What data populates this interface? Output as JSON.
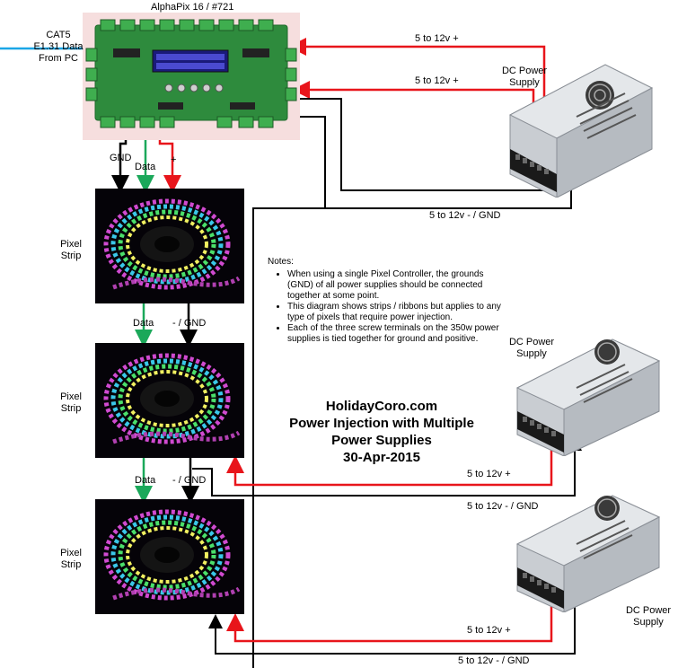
{
  "controller": {
    "title": "AlphaPix 16 / #721"
  },
  "cat5": {
    "line1": "CAT5",
    "line2": "E1.31 Data",
    "line3": "From PC"
  },
  "wires": {
    "plus_top_1": "5 to 12v +",
    "plus_top_2": "5 to 12v +",
    "gnd_top": "5 to 12v - / GND",
    "plus_mid": "5 to 12v +",
    "gnd_mid": "5 to 12v - / GND",
    "plus_bot": "5 to 12v +",
    "gnd_bot": "5 to 12v - / GND"
  },
  "controller_out": {
    "gnd": "GND",
    "data": "Data",
    "plus": "+"
  },
  "strip1_out": {
    "data": "Data",
    "gnd": "- / GND"
  },
  "strip2_out": {
    "data": "Data",
    "gnd": "- / GND"
  },
  "psus": [
    {
      "label_line1": "DC Power",
      "label_line2": "Supply"
    },
    {
      "label_line1": "DC Power",
      "label_line2": "Supply"
    },
    {
      "label_line1": "DC Power",
      "label_line2": "Supply"
    }
  ],
  "strips": [
    {
      "label_line1": "Pixel",
      "label_line2": "Strip"
    },
    {
      "label_line1": "Pixel",
      "label_line2": "Strip"
    },
    {
      "label_line1": "Pixel",
      "label_line2": "Strip"
    }
  ],
  "notes": {
    "heading": "Notes:",
    "items": [
      "When using a single Pixel Controller, the grounds (GND) of all power supplies should be connected together at some point.",
      "This diagram shows strips / ribbons but applies to any type of pixels that require power injection.",
      "Each of the three screw terminals on the 350w power supplies is tied together for ground and positive."
    ]
  },
  "title": {
    "line1": "HolidayCoro.com",
    "line2": "Power Injection with Multiple",
    "line3": "Power Supplies",
    "line4": "30-Apr-2015"
  },
  "colors": {
    "red": "#e8151b",
    "green": "#1ba85a",
    "black": "#000000",
    "blue": "#1aa6e6"
  }
}
